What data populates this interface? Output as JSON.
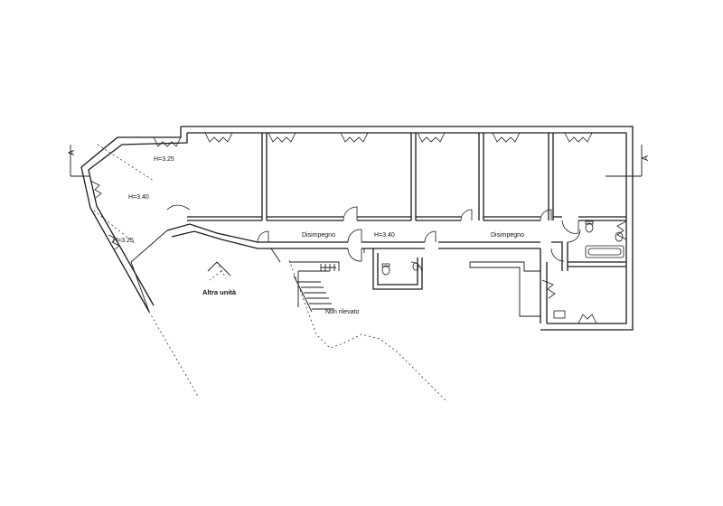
{
  "labels": {
    "height_325_top": "H=3.25",
    "height_340_left": "H=3.40",
    "height_325_bottom": "H=3.25",
    "height_340_center": "H=3.40",
    "corridor_left": "Disimpegno",
    "corridor_right": "Disimpegno",
    "other_unit": "Altra unità",
    "not_surveyed": "Non rilevato"
  },
  "section_marks": {
    "left": "A",
    "right": "A"
  }
}
